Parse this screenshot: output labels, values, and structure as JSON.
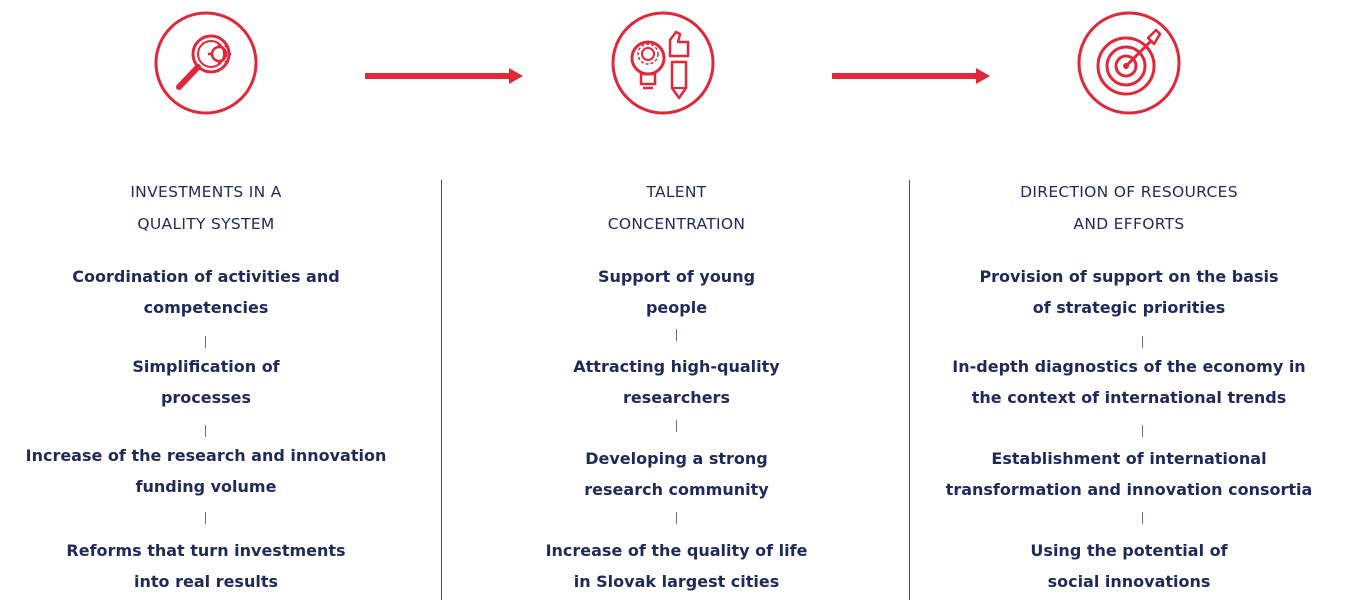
{
  "colors": {
    "accent": "#e0283a",
    "text": "#1f2a5a",
    "divider": "#4a4f66"
  },
  "columns": [
    {
      "icon": "magnifier-gear-icon",
      "heading": [
        "INVESTMENTS IN A",
        "QUALITY SYSTEM"
      ],
      "items": [
        [
          "Coordination of activities and",
          "competencies"
        ],
        [
          "Simplification of",
          "processes"
        ],
        [
          "Increase of the research and innovation",
          "funding volume"
        ],
        [
          "Reforms that turn investments",
          "into real results"
        ]
      ]
    },
    {
      "icon": "lightbulb-thumbs-up-pencil-icon",
      "heading": [
        "TALENT",
        "CONCENTRATION"
      ],
      "items": [
        [
          "Support of young",
          "people"
        ],
        [
          "Attracting high-quality",
          "researchers"
        ],
        [
          "Developing a strong",
          "research community"
        ],
        [
          "Increase of the quality of life",
          "in Slovak largest cities"
        ]
      ]
    },
    {
      "icon": "target-dart-icon",
      "heading": [
        "DIRECTION OF RESOURCES",
        "AND EFFORTS"
      ],
      "items": [
        [
          "Provision of support on the basis",
          "of strategic priorities"
        ],
        [
          "In-depth diagnostics of the economy in",
          "the context of international trends"
        ],
        [
          "Establishment of international",
          "transformation and innovation consortia"
        ],
        [
          "Using the potential of",
          "social innovations"
        ]
      ]
    }
  ]
}
